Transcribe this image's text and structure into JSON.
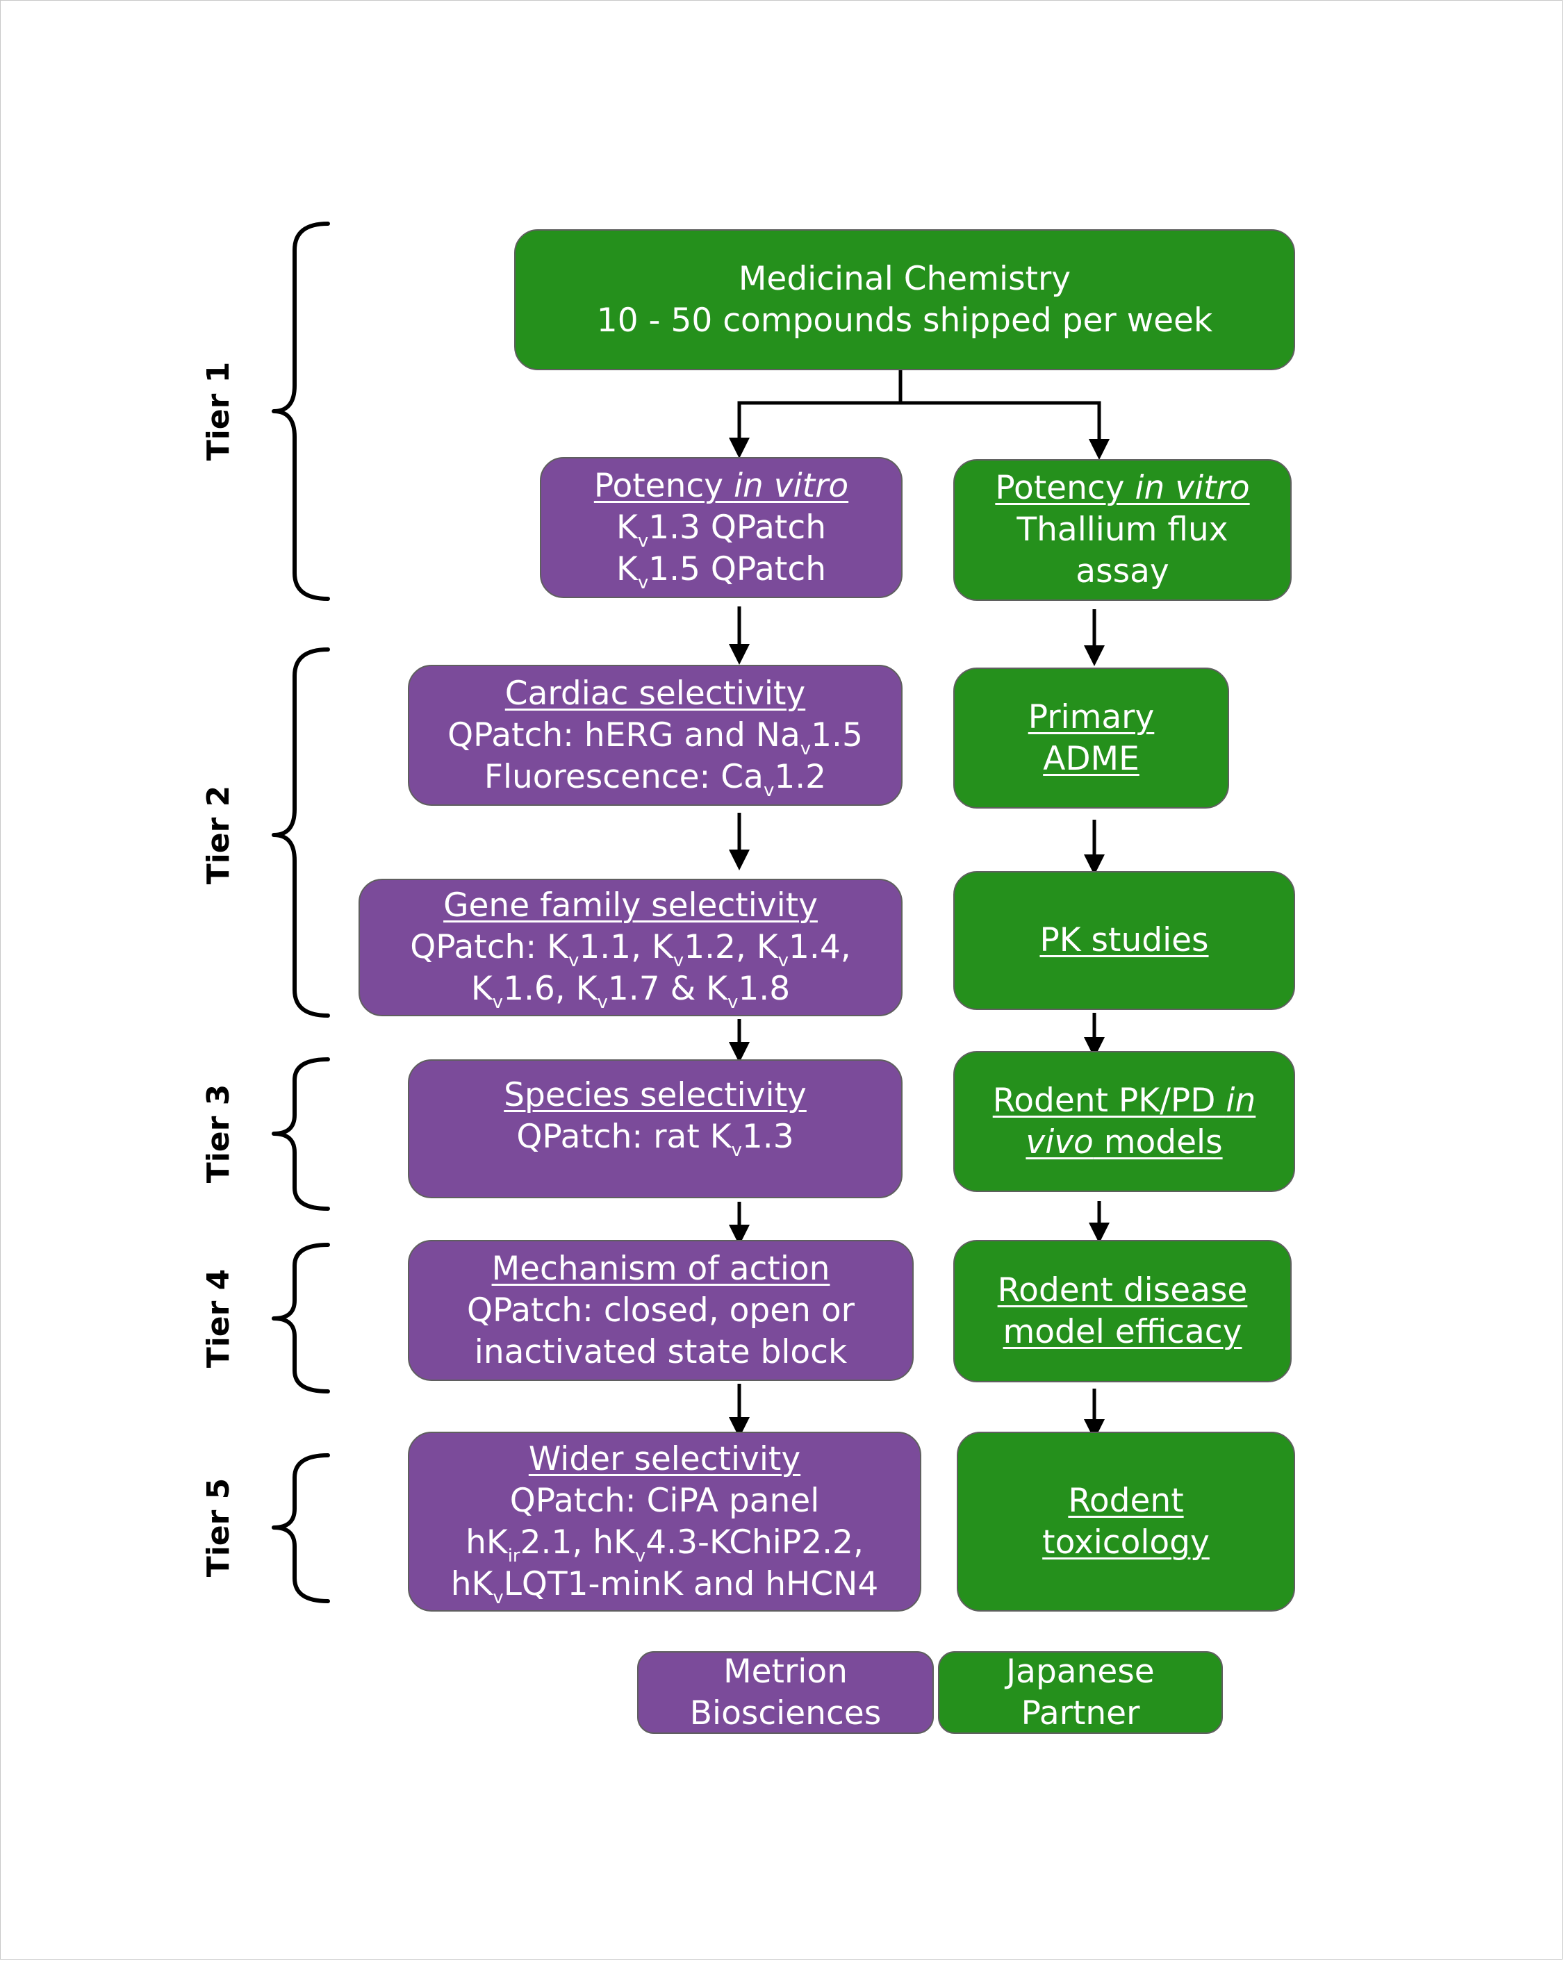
{
  "diagram": {
    "tiers": [
      {
        "label": "Tier 1"
      },
      {
        "label": "Tier 2"
      },
      {
        "label": "Tier 3"
      },
      {
        "label": "Tier 4"
      },
      {
        "label": "Tier 5"
      }
    ],
    "top_box": {
      "line1": "Medicinal Chemistry",
      "line2": "10 - 50 compounds shipped per week",
      "color": "#25901c"
    },
    "metrion_column": {
      "color": "#7b4b9a",
      "potency": {
        "title_prefix": "Potency ",
        "title_italic": "in vitro",
        "row1": {
          "k": "K",
          "sub": "v",
          "rest": "1.3 QPatch"
        },
        "row2": {
          "k": "K",
          "sub": "v",
          "rest": "1.5 QPatch"
        }
      },
      "cardiac": {
        "title": "Cardiac selectivity",
        "row1_text": "QPatch: hERG and  Na",
        "row1_sub": "v",
        "row1_end": "1.5",
        "row2_text": "Fluorescence: Ca",
        "row2_sub": "v",
        "row2_end": "1.2"
      },
      "gene_family": {
        "title": "Gene family selectivity",
        "row1": [
          "QPatch: K",
          "v",
          "1.1, K",
          "v",
          "1.2, K",
          "v",
          "1.4,"
        ],
        "row2": [
          "K",
          "v",
          "1.6, K",
          "v",
          "1.7 & K",
          "v",
          "1.8"
        ]
      },
      "species": {
        "title": "Species selectivity",
        "row1_text": "QPatch: rat K",
        "row1_sub": "v",
        "row1_end": "1.3"
      },
      "mechanism": {
        "title": "Mechanism of action",
        "line1": "QPatch:  closed, open or",
        "line2": "inactivated state block"
      },
      "wider": {
        "title": "Wider selectivity",
        "line1": "QPatch: CiPA panel",
        "row2": [
          "hK",
          "ir",
          "2.1, hK",
          "v",
          "4.3-KChiP2.2,"
        ],
        "row3": [
          "hK",
          "v",
          "LQT1-minK and  hHCN4"
        ]
      }
    },
    "partner_column": {
      "color": "#25901c",
      "potency": {
        "title_prefix": "Potency ",
        "title_italic": "in vitro",
        "line1": "Thallium flux",
        "line2": "assay"
      },
      "adme": {
        "line1": "Primary",
        "line2": "ADME"
      },
      "pk": {
        "line1": "PK studies"
      },
      "rodent_pkpd": {
        "line1_text": "Rodent PK/PD ",
        "line1_italic": "in",
        "line2_italic": "vivo",
        "line2_text": " models"
      },
      "disease": {
        "line1": "Rodent disease",
        "line2": "model efficacy"
      },
      "toxicology": {
        "line1": "Rodent",
        "line2": "toxicology"
      }
    },
    "legend": [
      {
        "line1": "Metrion",
        "line2": "Biosciences",
        "color": "#7b4b9a"
      },
      {
        "line1": "Japanese",
        "line2": "Partner",
        "color": "#25901c"
      }
    ]
  }
}
